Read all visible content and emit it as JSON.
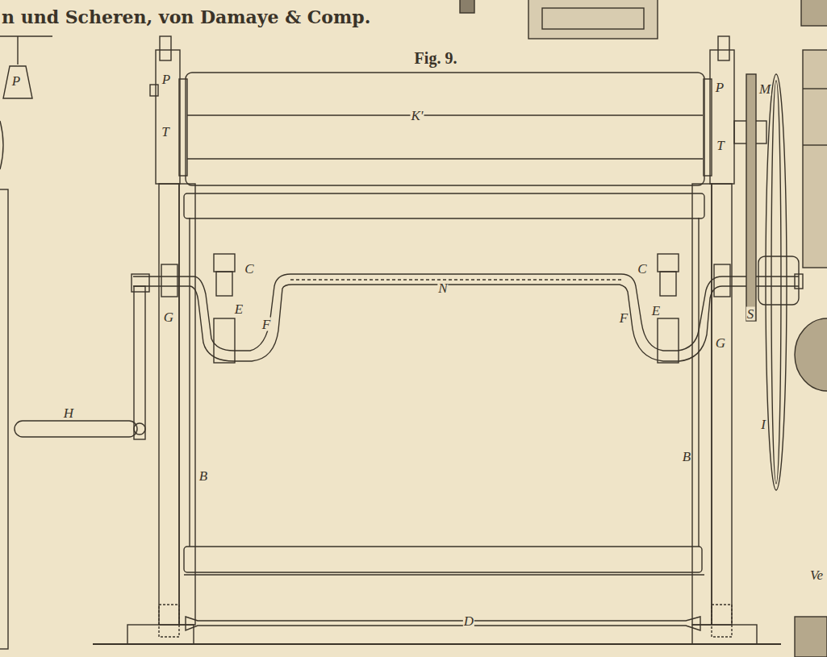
{
  "diagram": {
    "title": "Fig. 9.",
    "labels": [
      "n und Scheren, von Damaye & Comp.",
      "P",
      "P",
      "T",
      "K'",
      "P",
      "T",
      "M",
      "C",
      "N",
      "C",
      "E",
      "F",
      "F",
      "E",
      "G",
      "G",
      "S",
      "H",
      "I",
      "B",
      "B",
      "D",
      "Ve"
    ]
  }
}
